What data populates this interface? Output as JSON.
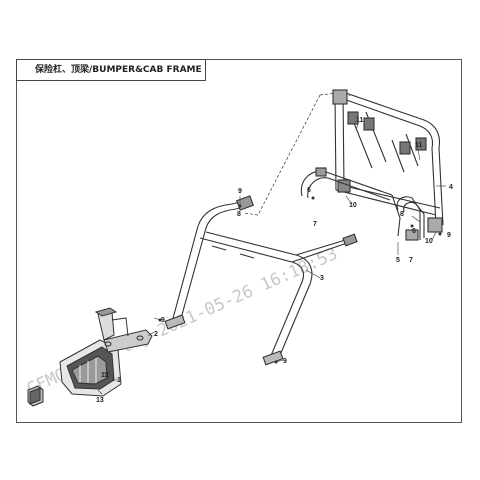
{
  "title": "保险杠、顶梁/BUMPER&CAB FRAME",
  "watermark": "CFMOTO  kf-lly  2021-05-26  16:18:53",
  "callouts": {
    "c1": "1",
    "c2": "2",
    "c3": "3",
    "c4": "4",
    "c5": "5",
    "c6a": "6",
    "c6b": "6",
    "c7a": "7",
    "c7b": "7",
    "c8a": "8",
    "c8b": "8",
    "c9a": "9",
    "c9b": "9",
    "c9c": "9",
    "c9d": "9",
    "c10a": "10",
    "c10b": "10",
    "c11a": "11",
    "c11b": "11",
    "c12": "12",
    "c13": "13"
  },
  "colors": {
    "line": "#333333",
    "border": "#555555",
    "watermark": "#c8c8c8"
  }
}
